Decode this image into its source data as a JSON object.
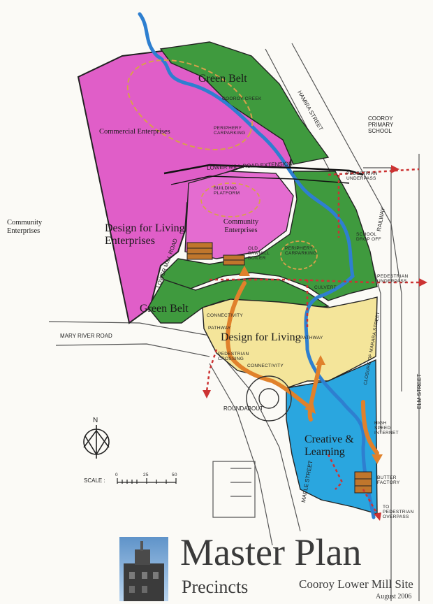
{
  "zones": {
    "green_belt_top": "Green Belt",
    "green_belt_bottom": "Green Belt",
    "commercial": "Commercial Enterprises",
    "community_inner": "Community Enterprises",
    "community_outer": "Community Enterprises",
    "dfl_enterprises": "Design for Living Enterprises",
    "dfl": "Design for Living",
    "creative": "Creative & Learning"
  },
  "annotations": {
    "cooroy_creek": "COOROY CREEK",
    "periphery_carparking_top": "PERIPHERY CARPARKING",
    "periphery_carparking_mid": "PERIPHERY CARPARKING",
    "building_platform": "BUILDING PLATFORM",
    "old_sawmill": "OLD SAWMILL BOILER",
    "school": "COOROY PRIMARY SCHOOL",
    "pedestrian_underpass_top": "PEDESTRIAN UNDERPASS",
    "pedestrian_underpass_mid": "PEDESTRIAN UNDERPASS",
    "school_drop": "SCHOOL DROP OFF",
    "connectivity_1": "CONNECTIVITY",
    "connectivity_2": "CONNECTIVITY",
    "pathway_1": "PATHWAY",
    "pathway_2": "PATHWAY",
    "pedestrian_crossing": "PEDESTRIAN CROSSING",
    "roundabout": "ROUNDABOUT",
    "high_speed": "HIGH SPEED INTERNET",
    "butter_factory": "BUTTER FACTORY",
    "to_overpass": "TO PEDESTRIAN OVERPASS",
    "closure": "CLOSURE OF MARARA STREET",
    "mill_culvert": "CULVERT"
  },
  "roads": {
    "hamira_street": "HAMIRA STREET",
    "lower_mill_ext": "LOWER MILL ROAD EXTENSION",
    "lower_mill_road": "LOWER MILL ROAD",
    "railway": "RAILWAY",
    "mary_river_road": "MARY RIVER ROAD",
    "maple_street": "MAPLE STREET",
    "elm_street": "ELM STREET"
  },
  "north": "N",
  "scale": {
    "label": "SCALE :",
    "ticks": [
      "0",
      "25",
      "50"
    ]
  },
  "title": {
    "main": "Master Plan",
    "sub": "Precincts",
    "site": "Cooroy Lower Mill Site",
    "date": "August 2006"
  },
  "colors": {
    "commercial": "#e05ec8",
    "green": "#3f9a3e",
    "dfl": "#f4e59a",
    "creative": "#2aa6df",
    "creek": "#2e7fd0",
    "arrow": "#e0812b",
    "connector": "#cc3333",
    "parking": "#d9a04a"
  }
}
